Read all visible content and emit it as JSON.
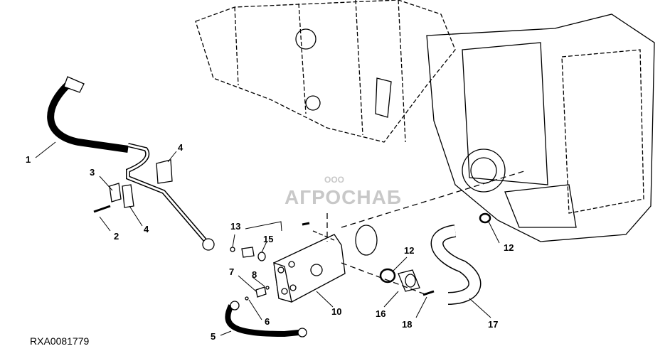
{
  "figure_id": "RXA0081779",
  "watermark": {
    "company": "АГРОСНАБ",
    "prefix": "ООО"
  },
  "callouts": [
    {
      "id": "c1",
      "text": "1"
    },
    {
      "id": "c2",
      "text": "2"
    },
    {
      "id": "c3",
      "text": "3"
    },
    {
      "id": "c4a",
      "text": "4"
    },
    {
      "id": "c4b",
      "text": "4"
    },
    {
      "id": "c5",
      "text": "5"
    },
    {
      "id": "c6",
      "text": "6"
    },
    {
      "id": "c7",
      "text": "7"
    },
    {
      "id": "c8",
      "text": "8"
    },
    {
      "id": "c10",
      "text": "10"
    },
    {
      "id": "c12a",
      "text": "12"
    },
    {
      "id": "c12b",
      "text": "12"
    },
    {
      "id": "c13",
      "text": "13"
    },
    {
      "id": "c15",
      "text": "15"
    },
    {
      "id": "c16",
      "text": "16"
    },
    {
      "id": "c17",
      "text": "17"
    },
    {
      "id": "c18",
      "text": "18"
    }
  ]
}
